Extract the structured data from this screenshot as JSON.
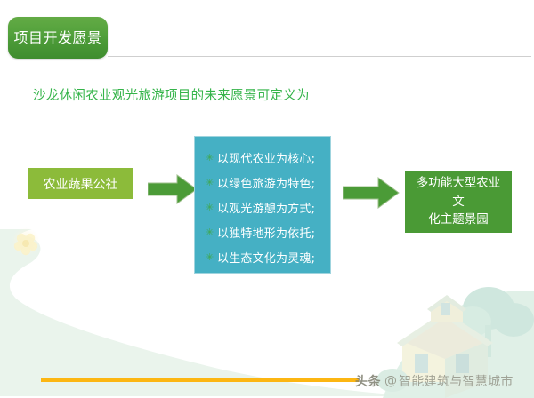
{
  "slide": {
    "badge_label": "项目开发愿景",
    "subtitle": "沙龙休闲农业观光旅游项目的未来愿景可定义为"
  },
  "diagram": {
    "source": {
      "label": "农业蔬果公社"
    },
    "arrow_one": {
      "name": "right-arrow"
    },
    "attributes_panel": {
      "bullet_glyph": "✳",
      "items": [
        {
          "text": "以现代农业为核心;"
        },
        {
          "text": "以绿色旅游为特色;"
        },
        {
          "text": "以观光游憩为方式;"
        },
        {
          "text": "以独特地形为依托;"
        },
        {
          "text": "以生态文化为灵魂;"
        }
      ]
    },
    "arrow_two": {
      "name": "right-arrow"
    },
    "result": {
      "line1": "多功能大型农业文",
      "line2": "化主题景园"
    }
  },
  "footer": {
    "watermark_source": "头条",
    "watermark_at": "@",
    "watermark_account": "智能建筑与智慧城市"
  },
  "colors": {
    "badge_green": "#4c9b38",
    "subtitle_green": "#35b44a",
    "source_green": "#8cbb3a",
    "panel_teal": "#45b0c4",
    "result_green": "#4a9a35",
    "arrow_green": "#4b9b37",
    "footer_orange": "#fcb613",
    "background_swoosh": "#eaf4ec"
  }
}
